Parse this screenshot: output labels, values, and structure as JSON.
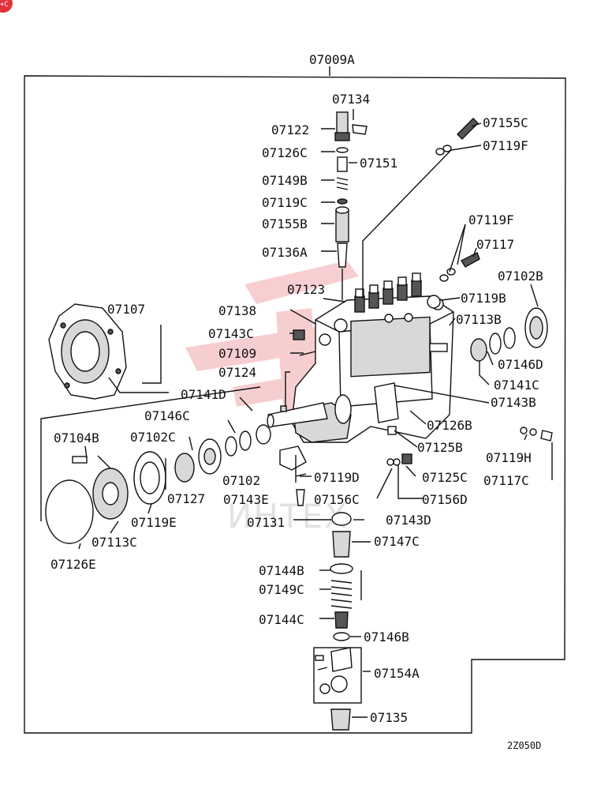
{
  "assembly_label": "07009A",
  "diagram_code": "2Z050D",
  "watermark_text": "ИНТЕХ",
  "corner_badge": "+C",
  "colors": {
    "line": "#111111",
    "watermark": "#d9262e",
    "badge": "#e0323c"
  },
  "parts": {
    "p07134": "07134",
    "p07122": "07122",
    "p07155C": "07155C",
    "p07126C": "07126C",
    "p07119F_a": "07119F",
    "p07151": "07151",
    "p07149B": "07149B",
    "p07119C": "07119C",
    "p07155B": "07155B",
    "p07119F_b": "07119F",
    "p07136A": "07136A",
    "p07117": "07117",
    "p07102B": "07102B",
    "p07123": "07123",
    "p07107": "07107",
    "p07138": "07138",
    "p07119B": "07119B",
    "p07113B": "07113B",
    "p07143C": "07143C",
    "p07109": "07109",
    "p07146D": "07146D",
    "p07124": "07124",
    "p07141C": "07141C",
    "p07141D": "07141D",
    "p07143B": "07143B",
    "p07146C": "07146C",
    "p07126B": "07126B",
    "p07104B": "07104B",
    "p07102C": "07102C",
    "p07125B": "07125B",
    "p07119H": "07119H",
    "p07102": "07102",
    "p07119D": "07119D",
    "p07125C": "07125C",
    "p07117C": "07117C",
    "p07127": "07127",
    "p07143E": "07143E",
    "p07156C": "07156C",
    "p07156D": "07156D",
    "p07119E": "07119E",
    "p07131": "07131",
    "p07143D": "07143D",
    "p07113C": "07113C",
    "p07147C": "07147C",
    "p07126E": "07126E",
    "p07144B": "07144B",
    "p07149C": "07149C",
    "p07144C": "07144C",
    "p07146B": "07146B",
    "p07154A": "07154A",
    "p07135": "07135"
  }
}
